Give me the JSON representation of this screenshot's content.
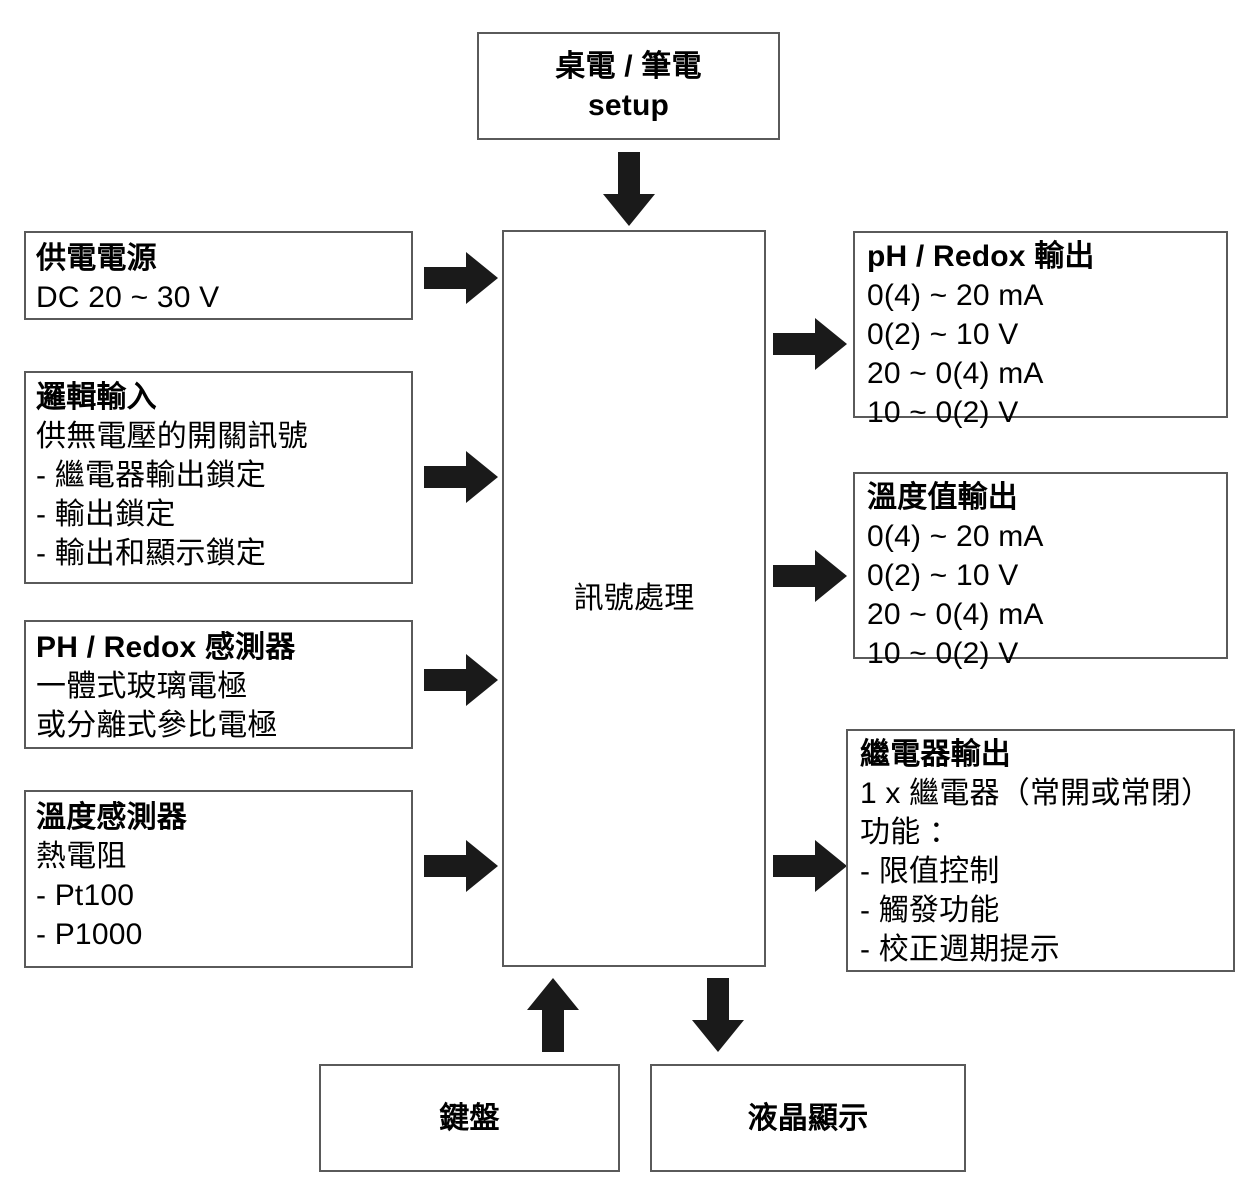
{
  "diagram": {
    "title_block": {
      "lines": [
        "桌電 / 筆電",
        "setup"
      ]
    },
    "center_block": {
      "label": "訊號處理"
    },
    "inputs": [
      {
        "name": "power-supply",
        "heading": "供電電源",
        "lines": [
          "DC 20 ~ 30 V"
        ]
      },
      {
        "name": "logic-input",
        "heading": "邏輯輸入",
        "lines": [
          "供無電壓的開關訊號",
          "- 繼電器輸出鎖定",
          "- 輸出鎖定",
          "- 輸出和顯示鎖定"
        ]
      },
      {
        "name": "ph-redox-sensor",
        "heading": "PH / Redox 感測器",
        "lines": [
          "一體式玻璃電極",
          "或分離式參比電極"
        ]
      },
      {
        "name": "temperature-sensor",
        "heading": "溫度感測器",
        "lines": [
          "熱電阻",
          "- Pt100",
          "- P1000"
        ]
      }
    ],
    "outputs": [
      {
        "name": "ph-redox-output",
        "heading": "pH / Redox 輸出",
        "lines": [
          "0(4) ~ 20 mA",
          "0(2) ~ 10 V",
          "20 ~ 0(4) mA",
          "10 ~ 0(2) V"
        ]
      },
      {
        "name": "temperature-output",
        "heading": "溫度值輸出",
        "lines": [
          "0(4) ~ 20 mA",
          "0(2) ~ 10 V",
          "20 ~ 0(4) mA",
          "10 ~ 0(2) V"
        ]
      },
      {
        "name": "relay-output",
        "heading": "繼電器輸出",
        "lines": [
          "1 x 繼電器（常開或常閉）",
          "功能 ：",
          "- 限值控制",
          "- 觸發功能",
          "- 校正週期提示"
        ]
      }
    ],
    "peripherals": [
      {
        "name": "keypad",
        "label": "鍵盤"
      },
      {
        "name": "lcd-display",
        "label": "液晶顯示"
      }
    ],
    "arrows": [
      {
        "name": "arrow-setup-to-processor",
        "direction": "down"
      },
      {
        "name": "arrow-power-to-processor",
        "direction": "right"
      },
      {
        "name": "arrow-logic-to-processor",
        "direction": "right"
      },
      {
        "name": "arrow-ph-sensor-to-processor",
        "direction": "right"
      },
      {
        "name": "arrow-temp-sensor-to-processor",
        "direction": "right"
      },
      {
        "name": "arrow-processor-to-ph-output",
        "direction": "right"
      },
      {
        "name": "arrow-processor-to-temp-output",
        "direction": "right"
      },
      {
        "name": "arrow-processor-to-relay-output",
        "direction": "right"
      },
      {
        "name": "arrow-keypad-to-processor",
        "direction": "up"
      },
      {
        "name": "arrow-processor-to-lcd",
        "direction": "down"
      }
    ],
    "colors": {
      "border": "#5a5a5a",
      "text": "#000000",
      "arrow": "#1a1a1a",
      "background": "#ffffff"
    }
  }
}
